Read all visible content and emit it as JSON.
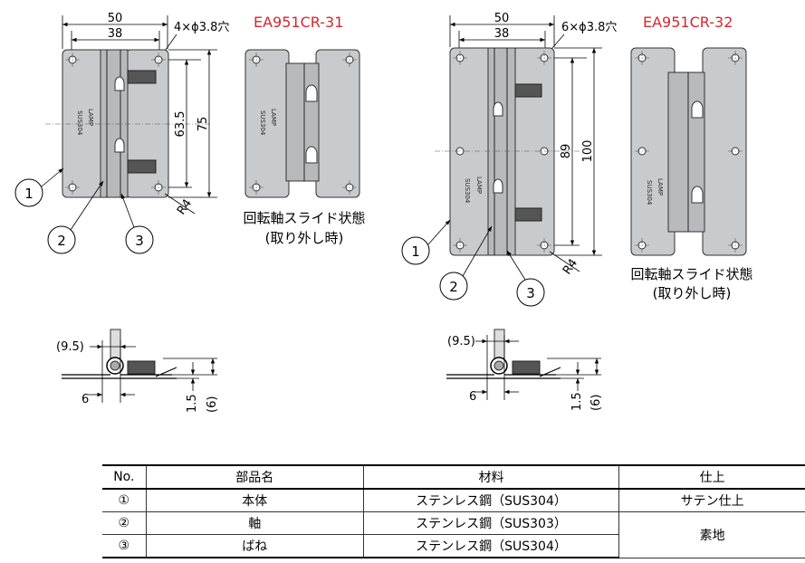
{
  "diagram": {
    "left_figure": {
      "model": "EA951CR-31",
      "width_outer": "50",
      "width_inner": "38",
      "holes": "4×ϕ3.8穴",
      "height_pitch": "63.5",
      "height_total": "75",
      "radius": "R4",
      "stamp_brand": "LAMP",
      "stamp_material": "SUS304",
      "callouts": [
        "1",
        "2",
        "3"
      ],
      "slide_caption_1": "回転軸スライド状態",
      "slide_caption_2": "(取り外し時)",
      "side_view": {
        "pin_offset": "(9.5)",
        "leaf_width": "6",
        "thickness": "1.5",
        "overall": "(6)"
      }
    },
    "right_figure": {
      "model": "EA951CR-32",
      "width_outer": "50",
      "width_inner": "38",
      "holes": "6×ϕ3.8穴",
      "height_pitch": "89",
      "height_total": "100",
      "radius": "R4",
      "stamp_brand": "LAMP",
      "stamp_material": "SUS304",
      "callouts": [
        "1",
        "2",
        "3"
      ],
      "slide_caption_1": "回転軸スライド状態",
      "slide_caption_2": "(取り外し時)",
      "side_view": {
        "pin_offset": "(9.5)",
        "leaf_width": "6",
        "thickness": "1.5",
        "overall": "(6)"
      }
    }
  },
  "parts_table": {
    "headers": [
      "No.",
      "部品名",
      "材料",
      "仕上"
    ],
    "rows": [
      {
        "no": "①",
        "name": "本体",
        "material": "ステンレス鋼（SUS304）",
        "finish": "サテン仕上"
      },
      {
        "no": "②",
        "name": "軸",
        "material": "ステンレス鋼（SUS303）",
        "finish": "素地"
      },
      {
        "no": "③",
        "name": "ばね",
        "material": "ステンレス鋼（SUS304）",
        "finish": ""
      }
    ]
  }
}
